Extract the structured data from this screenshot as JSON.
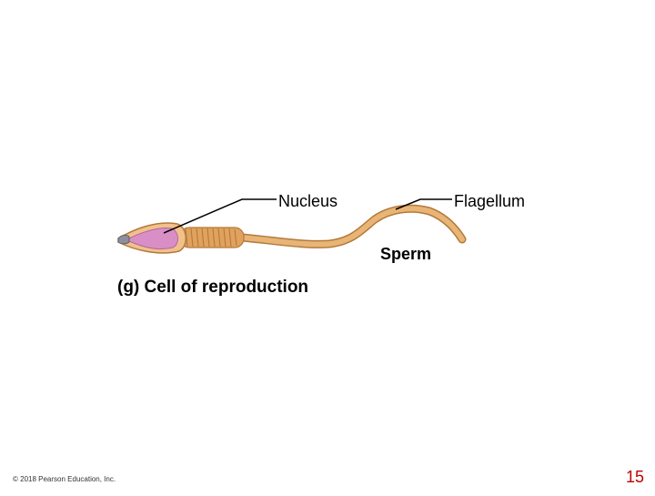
{
  "labels": {
    "nucleus": "Nucleus",
    "flagellum": "Flagellum",
    "sperm": "Sperm"
  },
  "caption": "(g) Cell of reproduction",
  "footer": {
    "copyright": "© 2018 Pearson Education, Inc.",
    "page_number": "15"
  },
  "colors": {
    "tail": "#e2a766",
    "tail_edge": "#b37a3a",
    "head": "#f2c08a",
    "nucleus": "#d98fc6",
    "acrosome_tip": "#8c8f9c",
    "page_number": "#c00000"
  }
}
